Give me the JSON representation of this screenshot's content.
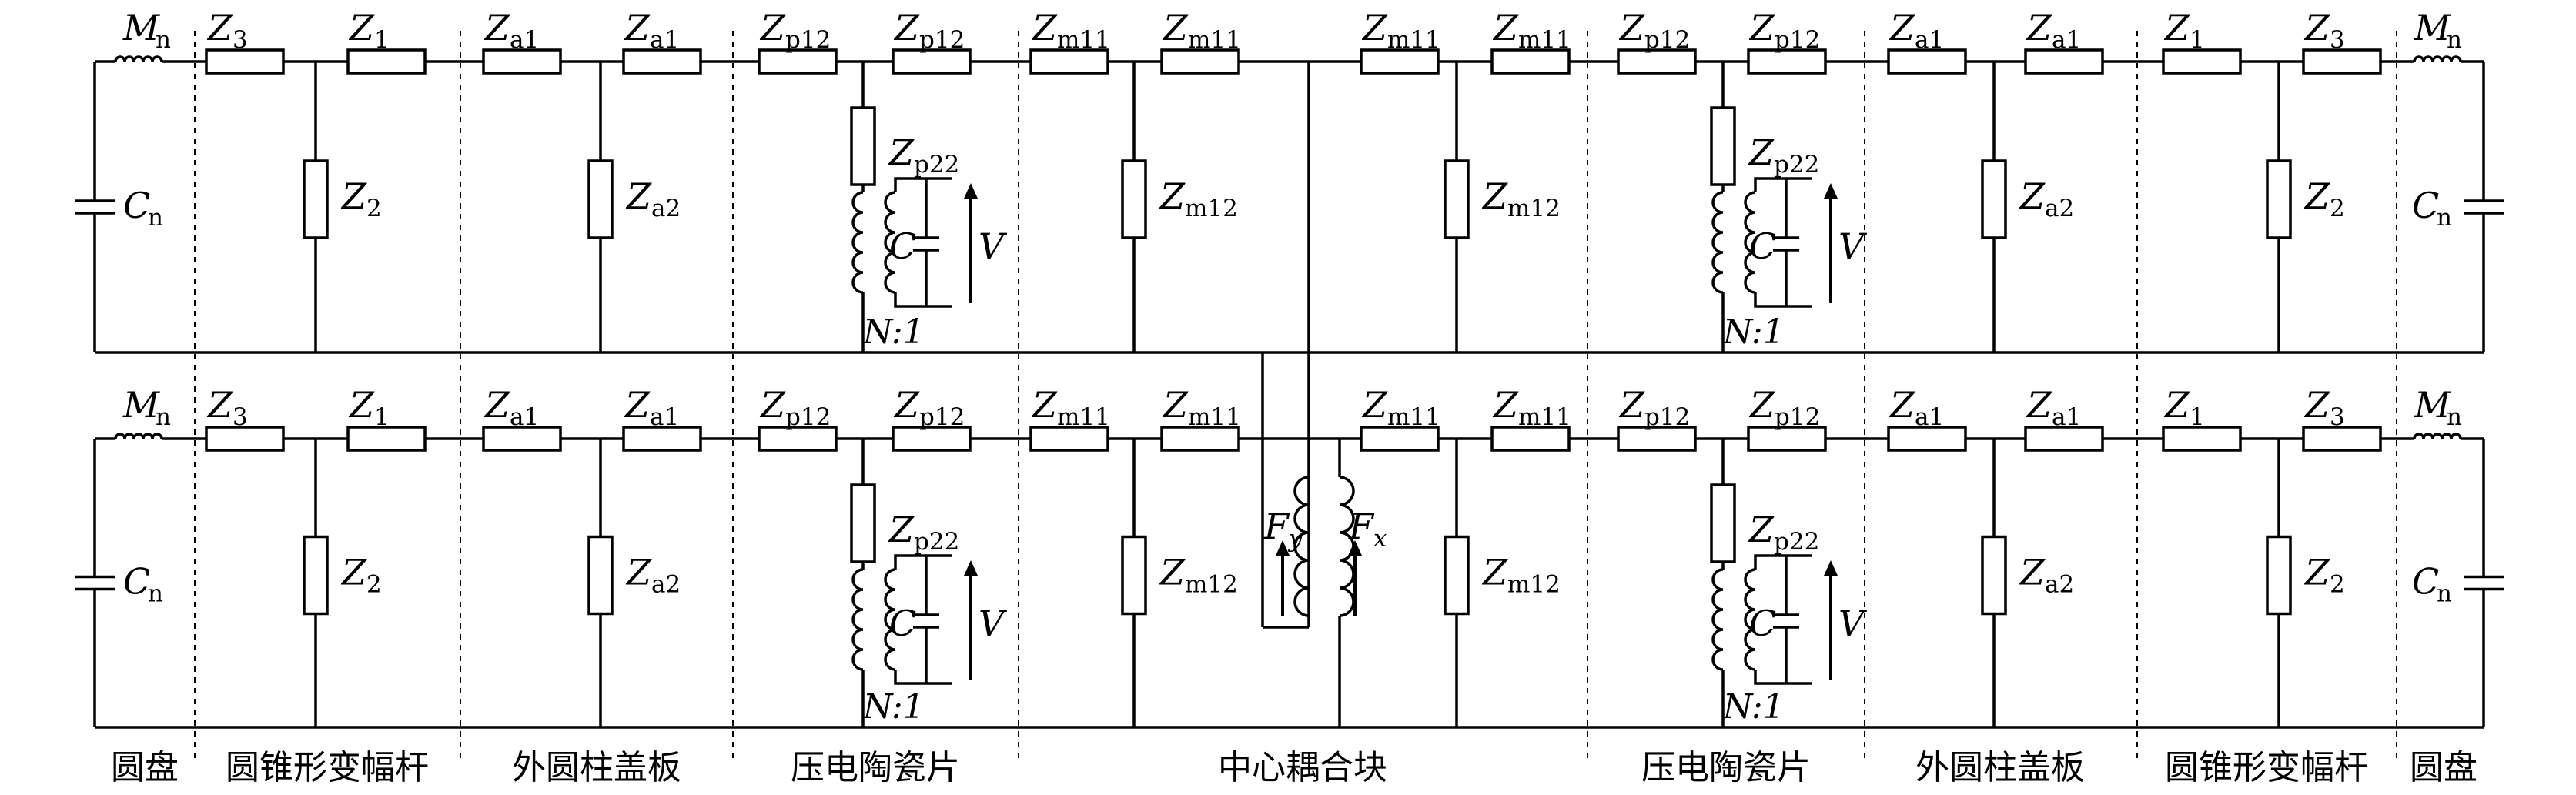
{
  "labels": {
    "M": "M",
    "Z": "Z",
    "C": "C",
    "F": "F",
    "V": "V",
    "n": "n",
    "one": "1",
    "two": "2",
    "three": "3",
    "a1": "a1",
    "a2": "a2",
    "p12": "p12",
    "p22": "p22",
    "m11": "m11",
    "m12": "m12",
    "x": "x",
    "y": "y",
    "ratio": "N:1"
  },
  "sections": [
    "圆盘",
    "圆锥形变幅杆",
    "外圆柱盖板",
    "压电陶瓷片",
    "中心耦合块",
    "压电陶瓷片",
    "外圆柱盖板",
    "圆锥形变幅杆",
    "圆盘"
  ]
}
